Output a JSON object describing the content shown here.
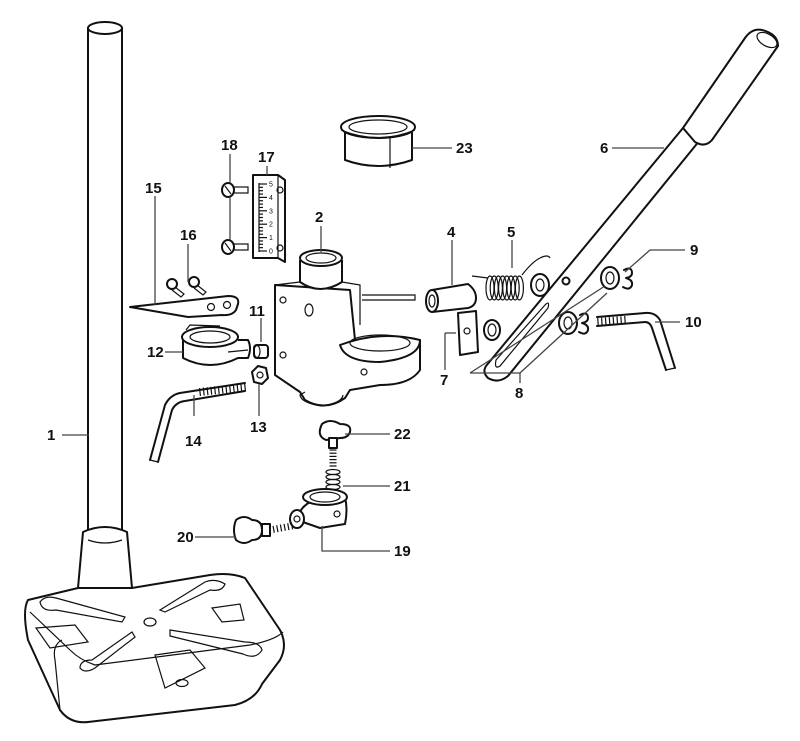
{
  "diagram": {
    "type": "exploded-parts-view",
    "subject": "drill stand assembly",
    "labels": {
      "p1": "1",
      "p2": "2",
      "p4": "4",
      "p5": "5",
      "p6": "6",
      "p7": "7",
      "p8": "8",
      "p9": "9",
      "p10": "10",
      "p11": "11",
      "p12": "12",
      "p13": "13",
      "p14": "14",
      "p15": "15",
      "p16": "16",
      "p17": "17",
      "p18": "18",
      "p19": "19",
      "p20": "20",
      "p21": "21",
      "p22": "22",
      "p23": "23"
    },
    "depth_scale": {
      "ticks": [
        "5",
        "4",
        "3",
        "2",
        "1",
        "0"
      ]
    },
    "parts": [
      {
        "id": "1",
        "name": "column"
      },
      {
        "id": "2",
        "name": "carriage housing"
      },
      {
        "id": "4",
        "name": "sleeve"
      },
      {
        "id": "5",
        "name": "torsion spring"
      },
      {
        "id": "6",
        "name": "lever handle"
      },
      {
        "id": "7",
        "name": "square nut"
      },
      {
        "id": "8",
        "name": "washers"
      },
      {
        "id": "9",
        "name": "circlip"
      },
      {
        "id": "10",
        "name": "lever bolt"
      },
      {
        "id": "11",
        "name": "stop pin"
      },
      {
        "id": "12",
        "name": "depth stop collar"
      },
      {
        "id": "13",
        "name": "hex nut"
      },
      {
        "id": "14",
        "name": "clamping handle"
      },
      {
        "id": "15",
        "name": "depth pointer"
      },
      {
        "id": "16",
        "name": "screws"
      },
      {
        "id": "17",
        "name": "depth scale"
      },
      {
        "id": "18",
        "name": "scale screws"
      },
      {
        "id": "19",
        "name": "clamp collar"
      },
      {
        "id": "20",
        "name": "star knob"
      },
      {
        "id": "21",
        "name": "compression spring"
      },
      {
        "id": "22",
        "name": "locking knob"
      },
      {
        "id": "23",
        "name": "adapter bushing"
      }
    ]
  }
}
